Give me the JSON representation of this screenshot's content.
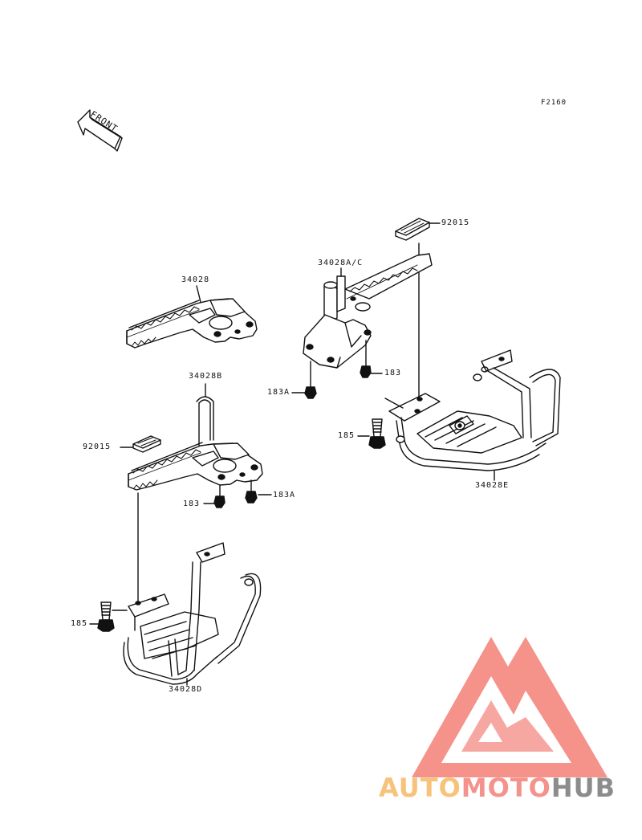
{
  "diagram": {
    "figure_code": "F2160",
    "front_label": "FRONT",
    "parts": {
      "p34028": "34028",
      "p34028b": "34028B",
      "p92015_left": "92015",
      "p183_left": "183",
      "p183a_left": "183A",
      "p185_left": "185",
      "p34028d": "34028D",
      "p92015_right": "92015",
      "p34028ac": "34028A/C",
      "p183a_right": "183A",
      "p183_right": "183",
      "p185_right": "185",
      "p34028e": "34028E"
    }
  },
  "watermark": {
    "text_auto": "AUTO",
    "text_moto": "MOTO",
    "text_hub": "HUB",
    "colors": {
      "auto": "#f7c27a",
      "moto": "#f3938c",
      "hub": "#8c8c8c",
      "logo": "#f26d63"
    }
  }
}
